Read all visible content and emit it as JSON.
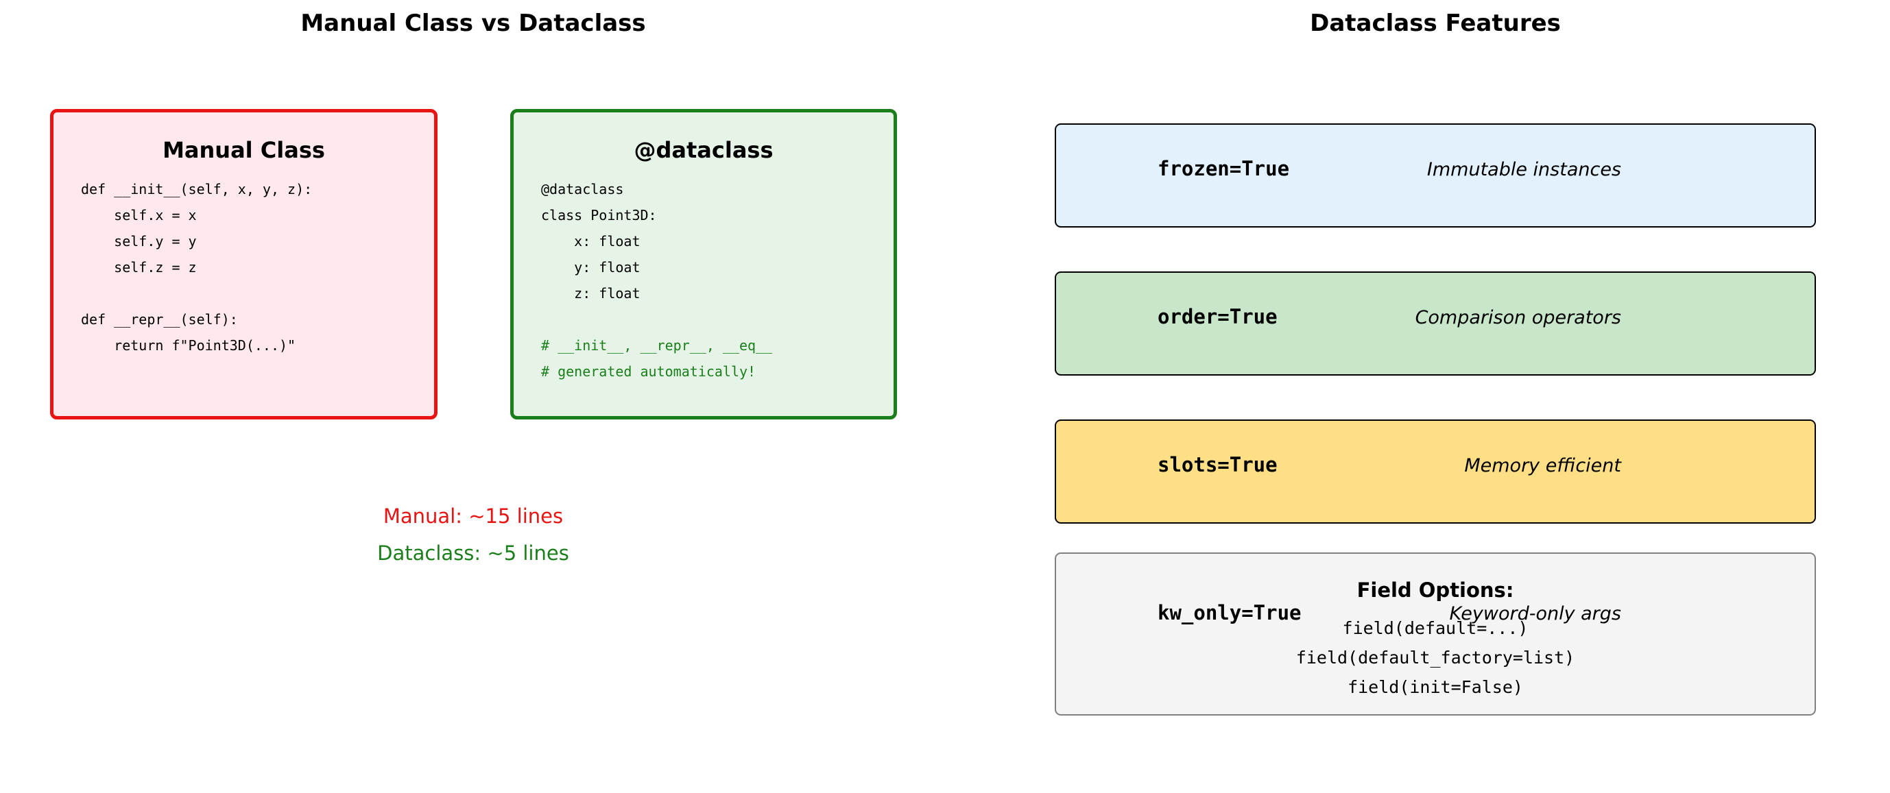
{
  "left": {
    "title": "Manual Class vs Dataclass",
    "manual_card": {
      "title": "Manual Class",
      "code_lines": [
        "def __init__(self, x, y, z):",
        "    self.x = x",
        "    self.y = y",
        "    self.z = z",
        "",
        "def __repr__(self):",
        "    return f\"Point3D(...)\""
      ],
      "border_color": "#e81313",
      "fill_color": "#ffe9ec"
    },
    "dataclass_card": {
      "title": "@dataclass",
      "code_lines": [
        "@dataclass",
        "class Point3D:",
        "    x: float",
        "    y: float",
        "    z: float",
        ""
      ],
      "comment_lines": [
        "# __init__, __repr__, __eq__",
        "# generated automatically!"
      ],
      "border_color": "#1a7f1a",
      "fill_color": "#e6f4e8"
    },
    "stats": {
      "manual": "Manual: ~15 lines",
      "dataclass": "Dataclass: ~5 lines",
      "manual_color": "#e81313",
      "dataclass_color": "#1a7f1a"
    }
  },
  "right": {
    "title": "Dataclass Features",
    "features": [
      {
        "key": "frozen=True",
        "desc": "Immutable instances",
        "color": "#e3f1fd"
      },
      {
        "key": "order=True",
        "desc": "Comparison operators",
        "color": "#c8e6c9"
      },
      {
        "key": "slots=True",
        "desc": "Memory efficient",
        "color": "#ffdf85"
      },
      {
        "key": "kw_only=True",
        "desc": "Keyword-only args"
      }
    ],
    "field_options": {
      "title": "Field Options:",
      "lines": [
        "field(default=...)",
        "field(default_factory=list)",
        "field(init=False)"
      ],
      "fill_color": "#f4f4f4",
      "border_color": "#808080"
    }
  }
}
